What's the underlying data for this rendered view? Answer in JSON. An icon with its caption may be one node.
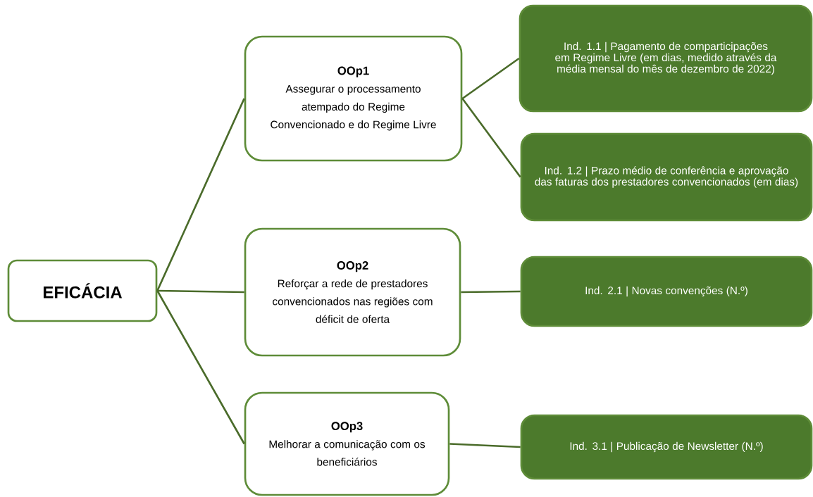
{
  "diagram": {
    "nodes": [
      {
        "text": [
          "EFICÁCIA"
        ]
      },
      {
        "text": [
          "OOp1",
          "Assegurar o processamento atempado do Regime Convencionado e do Regime Livre"
        ]
      },
      {
        "text": [
          "OOp2",
          "Reforçar a rede de prestadores convencionados nas regiões com déficit de oferta"
        ]
      },
      {
        "text": [
          "OOp3",
          "Melhorar a comunicação com os beneficiários"
        ]
      },
      {
        "text": [
          "Ind. 1.1 | Pagamento de comparticipações em Regime Livre (em dias, medido através da média mensal do mês de dezembro de 2022)"
        ]
      },
      {
        "text": [
          "Ind. 1.2 | Prazo médio de conferência e aprovação das faturas dos prestadores convencionados (em dias)"
        ]
      },
      {
        "text": [
          "Ind. 2.1 | Novas convenções (N.º)"
        ]
      },
      {
        "text": [
          "Ind. 3.1 | Publicação de Newsletter (N.º)"
        ]
      }
    ],
    "edges": [
      {
        "from": 0,
        "to": 1,
        "arrow": "none"
      },
      {
        "from": 0,
        "to": 2,
        "arrow": "none"
      },
      {
        "from": 0,
        "to": 3,
        "arrow": "none"
      },
      {
        "from": 1,
        "to": 4,
        "arrow": "none"
      },
      {
        "from": 1,
        "to": 5,
        "arrow": "none"
      },
      {
        "from": 2,
        "to": 6,
        "arrow": "none"
      },
      {
        "from": 3,
        "to": 7,
        "arrow": "none"
      }
    ]
  }
}
